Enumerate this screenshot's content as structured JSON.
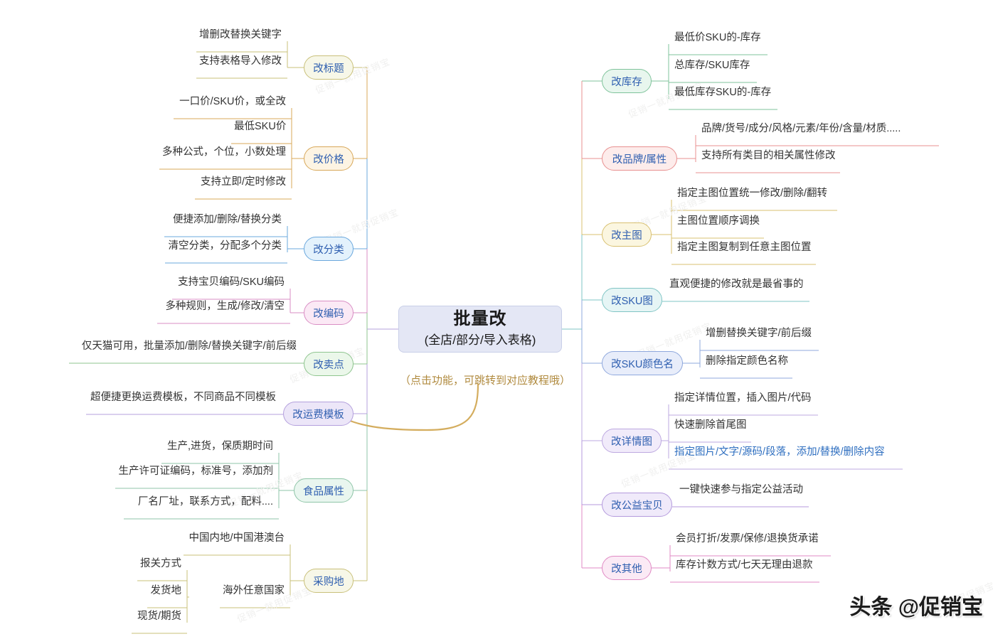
{
  "root": {
    "title": "批量改",
    "subtitle": "(全店/部分/导入表格)"
  },
  "annotation": "（点击功能，可跳转到对应教程哦）",
  "brand": "头条 @促销宝",
  "watermark": "促销一就用促销宝",
  "left_branches": [
    {
      "label": "改标题",
      "color": "#c9c07a",
      "fill": "#f7f7e8",
      "children": [
        "增删改替换关键字",
        "支持表格导入修改"
      ]
    },
    {
      "label": "改价格",
      "color": "#d8a85a",
      "fill": "#fdf4e3",
      "children": [
        "一口价/SKU价，或全改",
        "最低SKU价",
        "多种公式，个位，小数处理",
        "支持立即/定时修改"
      ]
    },
    {
      "label": "改分类",
      "color": "#6ba8dd",
      "fill": "#e4f2fc",
      "children": [
        "便捷添加/删除/替换分类",
        "清空分类，分配多个分类"
      ]
    },
    {
      "label": "改编码",
      "color": "#d98ec4",
      "fill": "#fbe9f5",
      "children": [
        "支持宝贝编码/SKU编码",
        "多种规则，生成/修改/清空"
      ]
    },
    {
      "label": "改卖点",
      "color": "#8fc58f",
      "fill": "#ebf7ea",
      "children": [
        "仅天猫可用，批量添加/删除/替换关键字/前后缀"
      ]
    },
    {
      "label": "改运费模板",
      "color": "#b4a0dd",
      "fill": "#ece6f8",
      "children": [
        "超便捷更换运费模板，不同商品不同模板"
      ]
    },
    {
      "label": "食品属性",
      "color": "#8fc5a8",
      "fill": "#e9f6ef",
      "children": [
        "生产,进货，保质期时间",
        "生产许可证编码，标准号，添加剂",
        "厂名厂址，联系方式，配料...."
      ]
    },
    {
      "label": "采购地",
      "color": "#c9c07a",
      "fill": "#f7f7e8",
      "children": [
        "中国内地/中国港澳台",
        "海外任意国家"
      ],
      "grandchildren": [
        "报关方式",
        "发货地",
        "现货/期货"
      ]
    }
  ],
  "right_branches": [
    {
      "label": "改库存",
      "color": "#7fc39b",
      "fill": "#e8f6ee",
      "children": [
        "最低价SKU的-库存",
        "总库存/SKU库存",
        "最低库存SKU的-库存"
      ]
    },
    {
      "label": "改品牌/属性",
      "color": "#e89090",
      "fill": "#fdeceb",
      "children": [
        "品牌/货号/成分/风格/元素/年份/含量/材质.....",
        "支持所有类目的相关属性修改"
      ]
    },
    {
      "label": "改主图",
      "color": "#d8c070",
      "fill": "#fbf6e0",
      "children": [
        "指定主图位置统一修改/删除/翻转",
        "主图位置顺序调换",
        "指定主图复制到任意主图位置"
      ]
    },
    {
      "label": "改SKU图",
      "color": "#7fc4c4",
      "fill": "#e6f5f5",
      "children": [
        "直观便捷的修改就是最省事的"
      ]
    },
    {
      "label": "改SKU颜色名",
      "color": "#8fa8dd",
      "fill": "#e8edfa",
      "children": [
        "增删替换关键字/前后缀",
        "删除指定颜色名称"
      ]
    },
    {
      "label": "改详情图",
      "color": "#bda8e0",
      "fill": "#f1ebfa",
      "children": [
        "指定详情位置，插入图片/代码",
        "快速删除首尾图",
        "指定图片/文字/源码/段落，添加/替换/删除内容"
      ],
      "highlight_index": 2
    },
    {
      "label": "改公益宝贝",
      "color": "#b49add",
      "fill": "#f0eafa",
      "children": [
        "一键快速参与指定公益活动"
      ]
    },
    {
      "label": "改其他",
      "color": "#e08ac4",
      "fill": "#fbeaf5",
      "children": [
        "会员打折/发票/保修/退换货承诺",
        "库存计数方式/七天无理由退款"
      ]
    }
  ],
  "colors": {
    "root_fill": "#e4e7f5",
    "root_border": "#c9cfe8",
    "arrow": "#d9b濾"
  }
}
